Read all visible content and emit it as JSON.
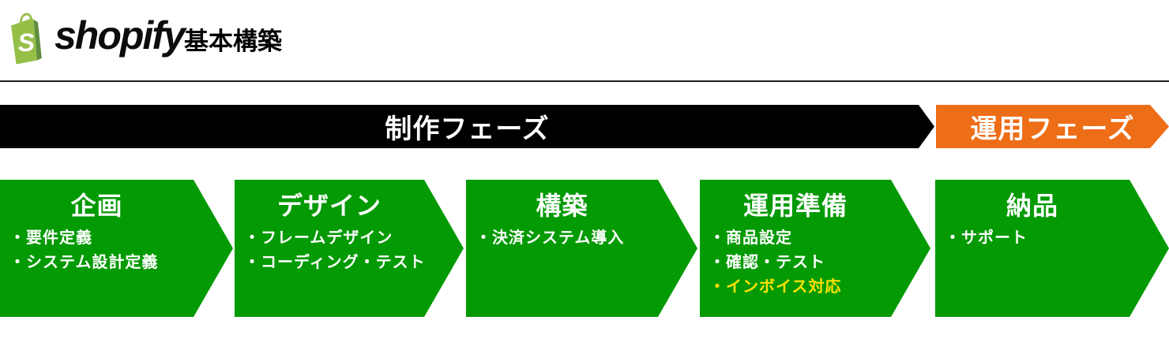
{
  "header": {
    "brand": "shopify",
    "title": "基本構築"
  },
  "phase_banner": {
    "production": {
      "label": "制作フェーズ"
    },
    "operation": {
      "label": "運用フェーズ"
    }
  },
  "steps": [
    {
      "title": "企画",
      "bullets": [
        {
          "text": "・要件定義"
        },
        {
          "text": "・システム設計定義"
        }
      ]
    },
    {
      "title": "デザイン",
      "bullets": [
        {
          "text": "・フレームデザイン"
        },
        {
          "text": "・コーディング・テスト"
        }
      ]
    },
    {
      "title": "構築",
      "bullets": [
        {
          "text": "・決済システム導入"
        }
      ]
    },
    {
      "title": "運用準備",
      "bullets": [
        {
          "text": "・商品設定"
        },
        {
          "text": "・確認・テスト"
        },
        {
          "text": "・インボイス対応",
          "highlight": true
        }
      ]
    },
    {
      "title": "納品",
      "bullets": [
        {
          "text": "・サポート"
        }
      ]
    }
  ],
  "colors": {
    "step_green": "#049a04",
    "banner_black": "#000000",
    "banner_orange": "#ee6d17",
    "highlight_yellow": "#ffe200",
    "logo_green_light": "#95bf47",
    "logo_green_dark": "#5e8e3e",
    "wordmark_black": "#0c0c0c"
  }
}
